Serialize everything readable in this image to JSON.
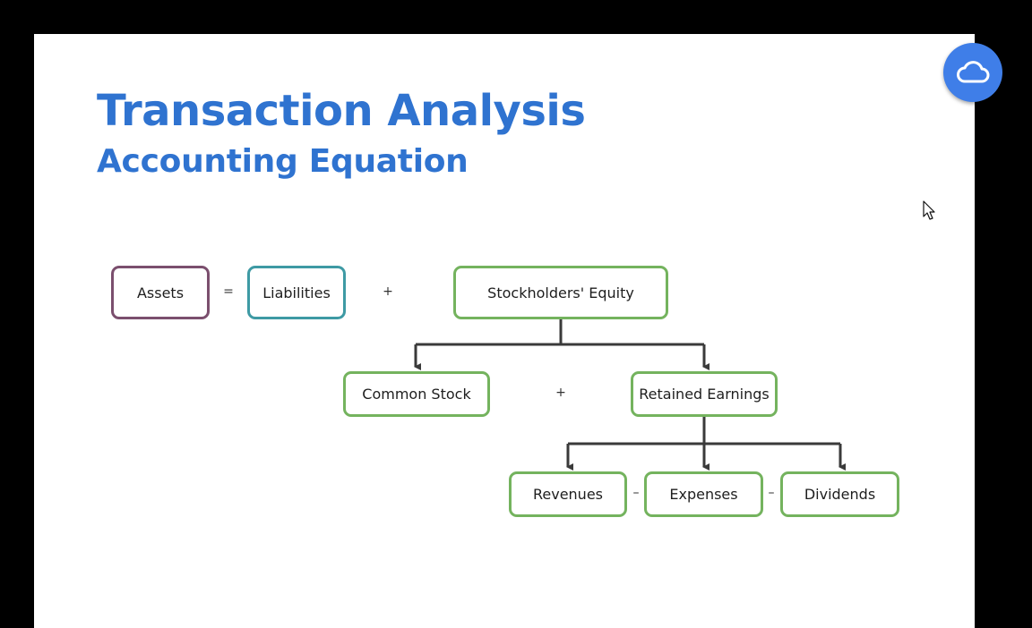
{
  "slide": {
    "title": "Transaction Analysis",
    "subtitle": "Accounting Equation"
  },
  "diagram": {
    "assets": "Assets",
    "equals": "=",
    "liabilities": "Liabilities",
    "plus1": "+",
    "equity": "Stockholders' Equity",
    "common_stock": "Common Stock",
    "plus2": "+",
    "retained_earnings": "Retained Earnings",
    "revenues": "Revenues",
    "minus1": "–",
    "expenses": "Expenses",
    "minus2": "–",
    "dividends": "Dividends"
  },
  "colors": {
    "title_blue": "#2f73d0",
    "assets_border": "#7b4f6e",
    "liabilities_border": "#3e9aa4",
    "equity_border": "#74b35e",
    "cloud_button": "#3f7ee8"
  },
  "icons": {
    "cloud_button": "cloud-icon",
    "cursor": "mouse-pointer-icon"
  }
}
